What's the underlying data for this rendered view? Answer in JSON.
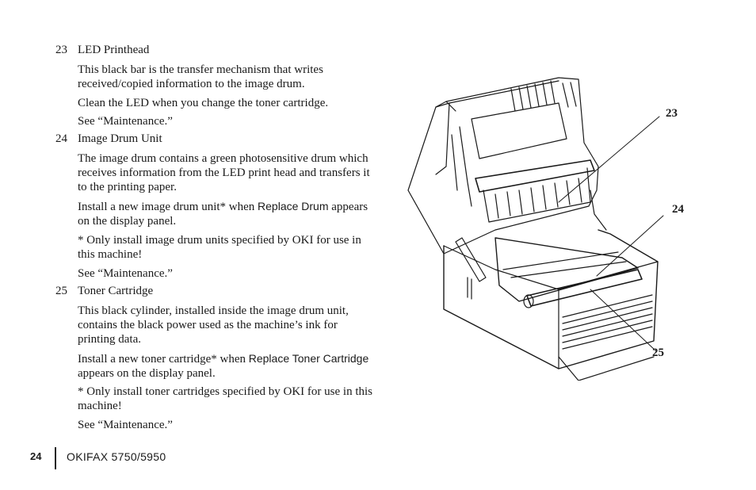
{
  "items": [
    {
      "number": "23",
      "title": "LED Printhead",
      "p1": "This black bar is the transfer mechanism that writes received/copied information to the image drum.",
      "p2": "Clean the LED when you change the toner cartridge.",
      "p3": "See “Maintenance.”"
    },
    {
      "number": "24",
      "title": "Image Drum Unit",
      "p1": "The image drum contains a green photosensitive drum which receives information from the LED print head and transfers it to the printing paper.",
      "p2_before": "Install a new image drum unit* when",
      "p2_display": "Replace Drum",
      "p2_after": "appears on the display panel.",
      "p3": "* Only install image drum units specified by OKI for use in this machine!",
      "p4": "See “Maintenance.”"
    },
    {
      "number": "25",
      "title": "Toner Cartridge",
      "p1": "This black cylinder, installed inside the image drum unit, contains the black power used as the machine’s ink for printing  data.",
      "p2_before": "Install a new toner cartridge* when",
      "p2_display": "Replace Toner Cartridge",
      "p2_after": "appears on the display panel.",
      "p3": "* Only install toner cartridges specified by OKI for use in this machine!",
      "p4": "See “Maintenance.”"
    }
  ],
  "footer": {
    "page_number": "24",
    "model": "OKIFAX 5750/5950"
  },
  "callouts": {
    "c23": "23",
    "c24": "24",
    "c25": "25"
  }
}
